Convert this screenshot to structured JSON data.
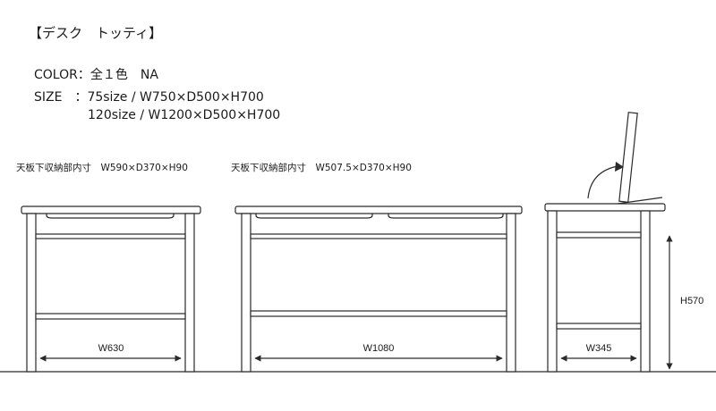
{
  "title": "【デスク　トッティ】",
  "specs": {
    "color_label": "COLOR：",
    "color_value": "全１色　NA",
    "size_label": "SIZE　：",
    "size_75": "75size / W750×D500×H700",
    "size_120": "120size / W1200×D500×H700"
  },
  "storage": {
    "desk_75": "天板下収納部内寸　W590×D370×H90",
    "desk_120": "天板下収納部内寸　W507.5×D370×H90"
  },
  "dimensions": {
    "w630": "W630",
    "w1080": "W1080",
    "w345": "W345",
    "h570": "H570"
  },
  "colors": {
    "line": "#2a2a2a",
    "fill": "#ffffff"
  }
}
